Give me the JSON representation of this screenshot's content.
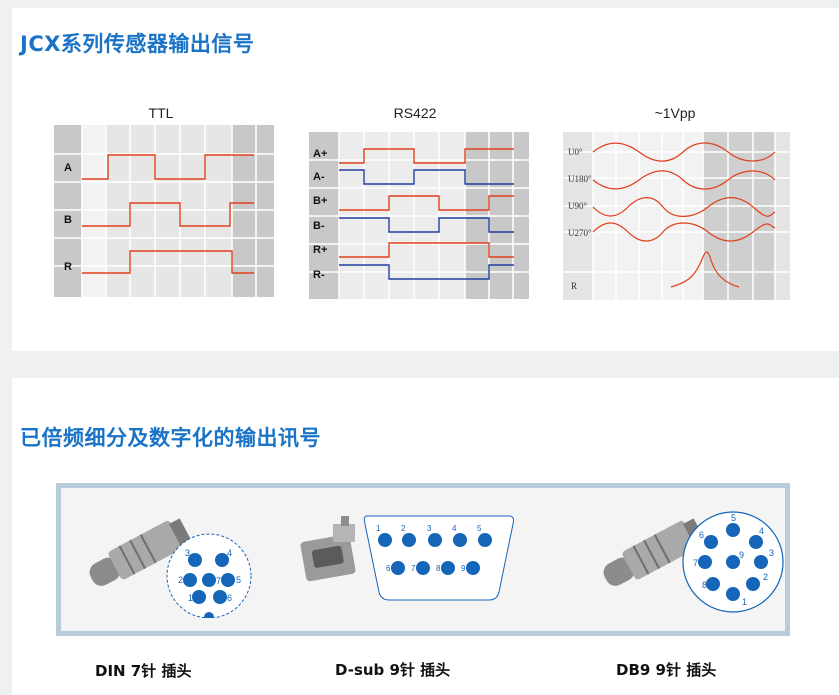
{
  "section1": {
    "title": "JCX系列传感器输出信号",
    "charts": [
      {
        "title": "TTL",
        "signals": [
          "A",
          "B",
          "R"
        ]
      },
      {
        "title": "RS422",
        "signals": [
          "A+",
          "A-",
          "B+",
          "B-",
          "R+",
          "R-"
        ]
      },
      {
        "title": "~1Vpp",
        "signals": [
          "U0°",
          "U180°",
          "U90°",
          "U270°",
          "R"
        ]
      }
    ]
  },
  "section2": {
    "title": "已倍频细分及数字化的输出讯号",
    "connectors": [
      {
        "caption": "DIN 7针 插头",
        "pins": [
          "1",
          "2",
          "3",
          "4",
          "5",
          "6",
          "7"
        ]
      },
      {
        "caption": "D-sub 9针 插头",
        "pins": [
          "1",
          "2",
          "3",
          "4",
          "5",
          "6",
          "7",
          "8",
          "9"
        ]
      },
      {
        "caption": "DB9 9针 插头",
        "pins": [
          "1",
          "2",
          "3",
          "4",
          "5",
          "6",
          "7",
          "8",
          "9"
        ]
      }
    ]
  },
  "colors": {
    "title_blue": "#1a73c6",
    "signal_red": "#e0401c",
    "signal_blue": "#1f3f9e",
    "pin_blue": "#1565b8",
    "grid_gray": "#d9d9d9"
  }
}
